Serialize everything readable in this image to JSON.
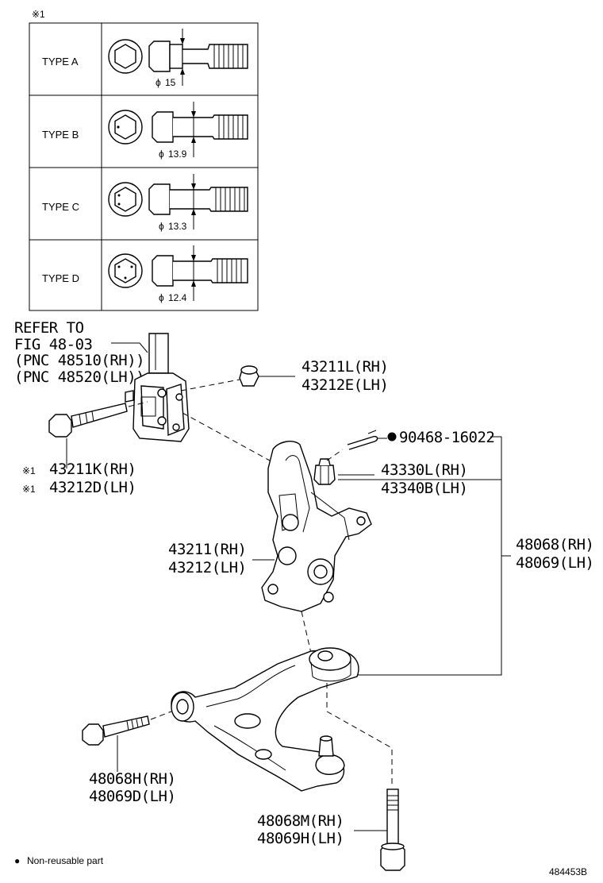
{
  "inset": {
    "marker": "※1",
    "rows": [
      {
        "type": "TYPE A",
        "dimension": "15"
      },
      {
        "type": "TYPE B",
        "dimension": "13.9"
      },
      {
        "type": "TYPE C",
        "dimension": "13.3"
      },
      {
        "type": "TYPE D",
        "dimension": "12.4"
      }
    ],
    "phi": "ϕ"
  },
  "refer": {
    "line1": "REFER TO",
    "line2": "FIG 48-03",
    "line3": "(PNC 48510(RH))",
    "line4": "(PNC 48520(LH))"
  },
  "callouts": {
    "cam_nut_rh": "43211L(RH)",
    "cam_nut_lh": "43212E(LH)",
    "bolt_mark": "※1",
    "bolt_rh": "43211K(RH)",
    "bolt_lh": "43212D(LH)",
    "cotter_pin": "90468-16022",
    "nut_rh": "43330L(RH)",
    "nut_lh": "43340B(LH)",
    "knuckle_rh": "43211(RH)",
    "knuckle_lh": "43212(LH)",
    "arm_rh": "48068(RH)",
    "arm_lh": "48069(LH)",
    "arm_bolt_rh": "48068H(RH)",
    "arm_bolt_lh": "48069D(LH)",
    "rear_bolt_rh": "48068M(RH)",
    "rear_bolt_lh": "48069H(LH)"
  },
  "legend": {
    "bullet": "●",
    "note": "Non-reusable part"
  },
  "figure_number": "484453B"
}
